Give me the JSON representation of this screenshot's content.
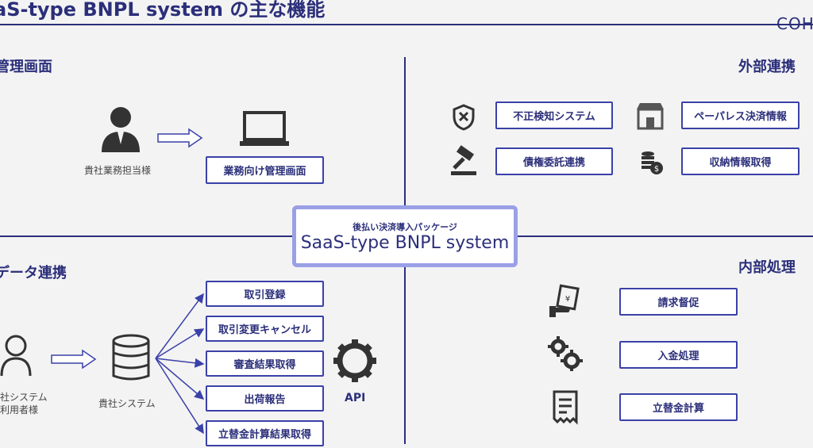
{
  "title": "aS-type BNPL system の主な機能",
  "logo": "COH",
  "center": {
    "subtitle": "後払い決済導入パッケージ",
    "title": "SaaS-type BNPL system"
  },
  "sections": {
    "admin": "管理画面",
    "external": "外部連携",
    "data": "データ連携",
    "internal": "内部処理"
  },
  "admin": {
    "person_label": "貴社業務担当様",
    "box": "業務向け管理画面"
  },
  "external": {
    "items": [
      "不正検知システム",
      "ペーパレス決済情報",
      "債権委託連携",
      "収納情報取得"
    ]
  },
  "data": {
    "user_label_1": "社システム",
    "user_label_2": "利用者様",
    "db_label": "貴社システム",
    "api_label": "API",
    "boxes": [
      "取引登録",
      "取引変更キャンセル",
      "審査結果取得",
      "出荷報告",
      "立替金計算結果取得"
    ]
  },
  "internal": {
    "items": [
      "請求督促",
      "入金処理",
      "立替金計算"
    ]
  },
  "colors": {
    "primary": "#2b2f7a",
    "accent": "#3a41a8",
    "center_border": "#9aa0e6",
    "background": "#f3f3f3"
  }
}
